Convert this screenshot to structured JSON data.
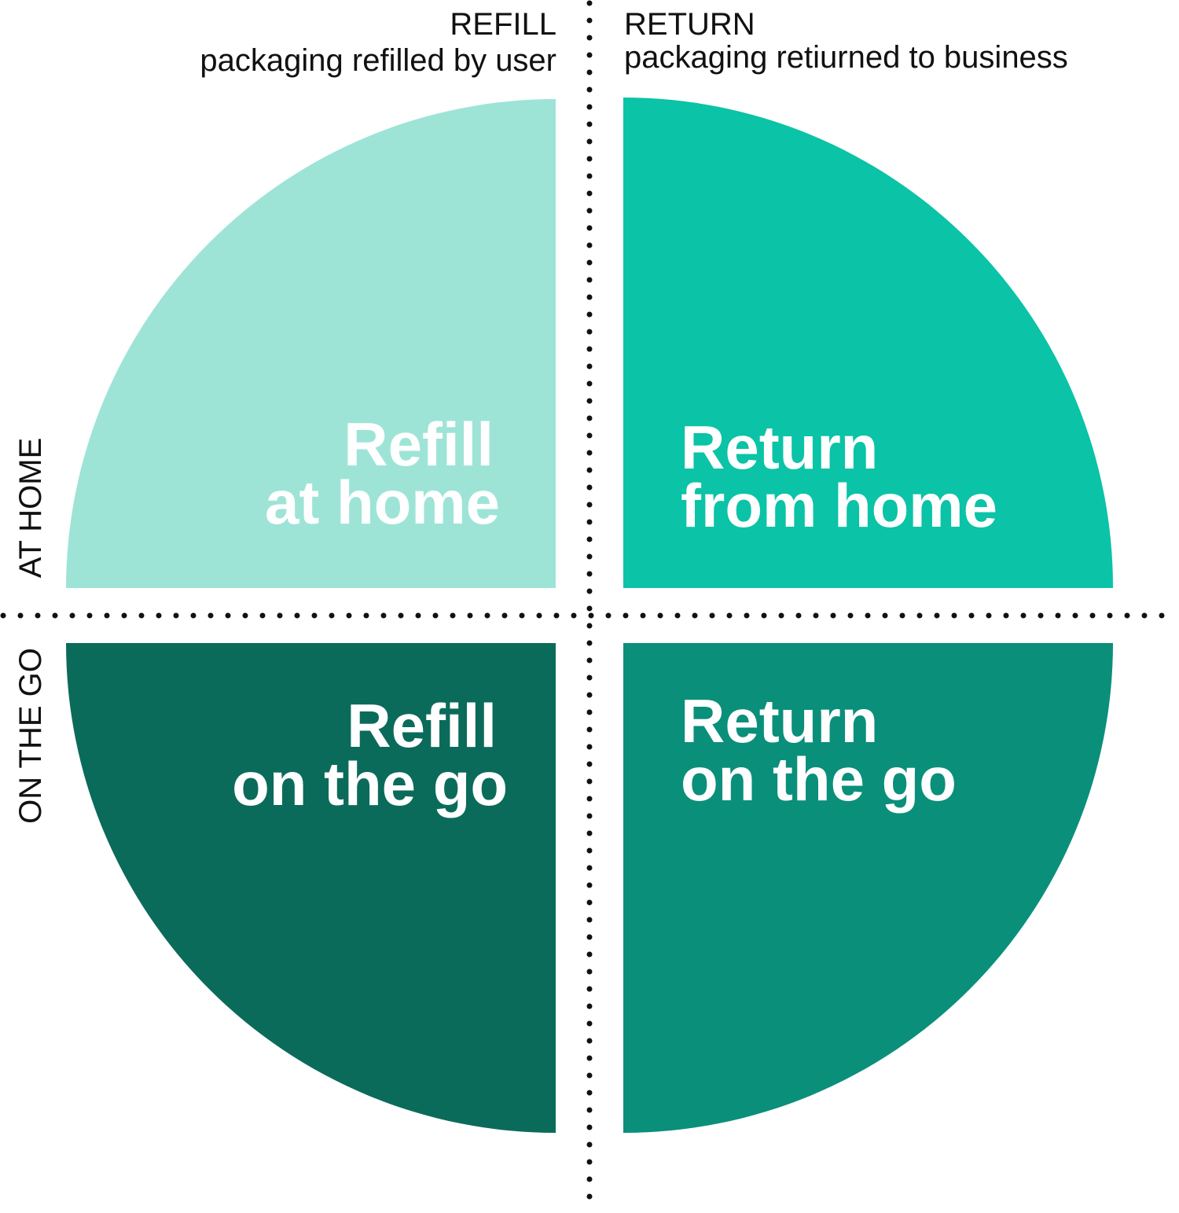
{
  "colors": {
    "refill_at_home": "#9de4d7",
    "return_from_home": "#0bc3a6",
    "refill_on_the_go": "#0b6b5a",
    "return_on_the_go": "#0a8f7a",
    "axis_dots": "#111111",
    "text": "#111111",
    "quadrant_text": "#ffffff"
  },
  "header": {
    "refill": {
      "title": "REFILL",
      "subtitle": "packaging refilled by user"
    },
    "return": {
      "title": "RETURN",
      "subtitle": "packaging retiurned to business"
    }
  },
  "side": {
    "at_home": "AT HOME",
    "on_the_go": "ON THE GO"
  },
  "quadrants": {
    "refill_at_home": {
      "line1": "Refill",
      "line2": "at home"
    },
    "return_from_home": {
      "line1": "Return",
      "line2": "from home"
    },
    "refill_on_the_go": {
      "line1": "Refill",
      "line2": "on the go"
    },
    "return_on_the_go": {
      "line1": "Return",
      "line2": "on the go"
    }
  }
}
